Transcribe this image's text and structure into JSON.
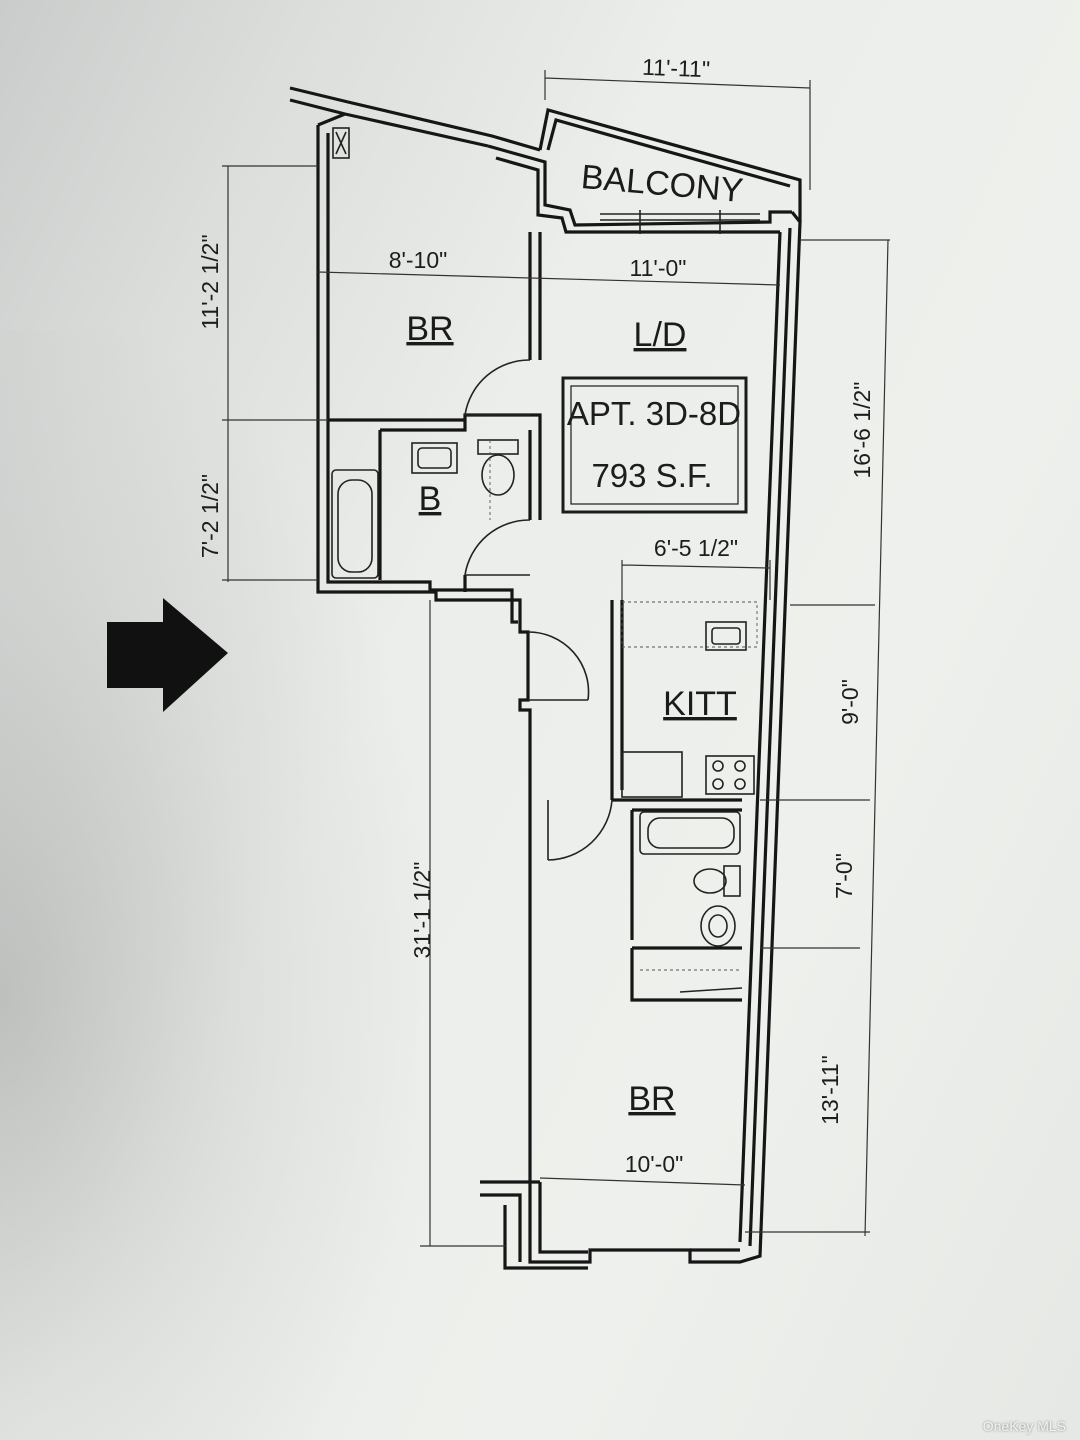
{
  "rooms": {
    "balcony": "BALCONY",
    "bedroom_top": "BR",
    "living_dining": "L/D",
    "bath": "B",
    "kitchen": "KITT",
    "bedroom_bottom": "BR"
  },
  "unit_box": {
    "apartment": "APT. 3D-8D",
    "area": "793 S.F."
  },
  "dimensions": {
    "balcony_width": "11'-11\"",
    "br_top_width": "8'-10\"",
    "ld_width": "11'-0\"",
    "br_top_depth": "11'-2 1/2\"",
    "bath_depth": "7'-2 1/2\"",
    "ld_depth": "16'-6 1/2\"",
    "kitchen_width": "6'-5 1/2\"",
    "kitchen_depth": "9'-0\"",
    "bath2_depth": "7'-0\"",
    "overall_depth": "31'-1 1/2\"",
    "br_bottom_depth": "13'-11\"",
    "br_bottom_width": "10'-0\""
  },
  "watermark": "OneKey MLS"
}
